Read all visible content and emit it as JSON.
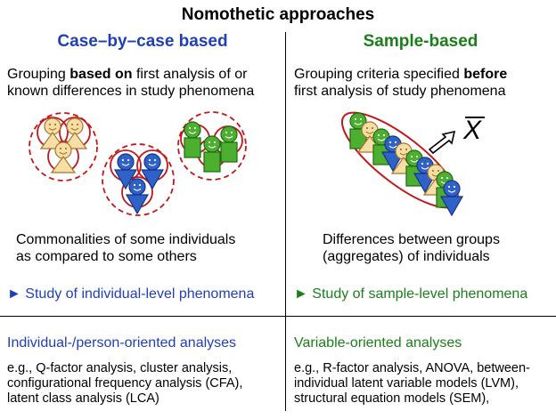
{
  "title": "Nomothetic approaches",
  "colors": {
    "blue": "#1f3fb5",
    "green": "#1a7f1a",
    "red": "#c0171b",
    "face_beige": "#f6dfa6",
    "face_green": "#4caf2f",
    "face_blue": "#2e62c8"
  },
  "left": {
    "heading": "Case–by–case based",
    "grouping_line1_pre": "Grouping ",
    "grouping_line1_bold": "based on",
    "grouping_line1_post": " first analysis of or",
    "grouping_line2": "known differences in study phenomena",
    "commonalities_line1": "Commonalities of some individuals",
    "commonalities_line2": "as compared to some others",
    "study_arrow": "►",
    "study_text": "Study of individual-level phenomena",
    "analyses_heading": "Individual-/person-oriented analyses",
    "examples_line1": "e.g., Q-factor analysis, cluster analysis,",
    "examples_line2": "configurational frequency analysis (CFA),",
    "examples_line3": "latent class analysis (LCA)"
  },
  "right": {
    "heading": "Sample-based",
    "grouping_line1_pre": "Grouping criteria specified ",
    "grouping_line1_bold": "before",
    "grouping_line2": "first analysis of study phenomena",
    "mean_symbol": "X",
    "differences_line1": "Differences between groups",
    "differences_line2": "(aggregates) of individuals",
    "study_arrow": "►",
    "study_text": "Study of sample-level phenomena",
    "analyses_heading": "Variable-oriented analyses",
    "examples_line1": "e.g., R-factor analysis, ANOVA, between-",
    "examples_line2": "individual latent variable models (LVM),",
    "examples_line3": "structural equation models (SEM),"
  }
}
